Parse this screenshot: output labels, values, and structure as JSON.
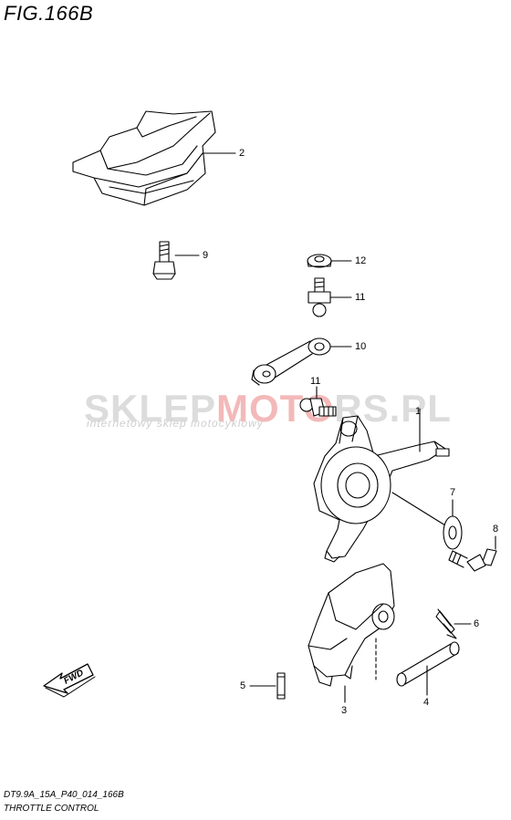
{
  "figure": {
    "title": "FIG.166B",
    "code": "DT9.9A_15A_P40_014_166B",
    "name": "THROTTLE CONTROL"
  },
  "watermark": {
    "brand_part1": "SKLEP",
    "brand_part2": "MOTO",
    "brand_part3": "RS.PL",
    "tagline": "internetowy sklep motocyklowy"
  },
  "fwd_label": "FWD",
  "callouts": [
    {
      "id": "c2",
      "text": "2"
    },
    {
      "id": "c9",
      "text": "9"
    },
    {
      "id": "c12",
      "text": "12"
    },
    {
      "id": "c11a",
      "text": "11"
    },
    {
      "id": "c10",
      "text": "10"
    },
    {
      "id": "c11b",
      "text": "11"
    },
    {
      "id": "c1",
      "text": "1"
    },
    {
      "id": "c7",
      "text": "7"
    },
    {
      "id": "c8",
      "text": "8"
    },
    {
      "id": "c6",
      "text": "6"
    },
    {
      "id": "c5",
      "text": "5"
    },
    {
      "id": "c3",
      "text": "3"
    },
    {
      "id": "c4",
      "text": "4"
    }
  ]
}
